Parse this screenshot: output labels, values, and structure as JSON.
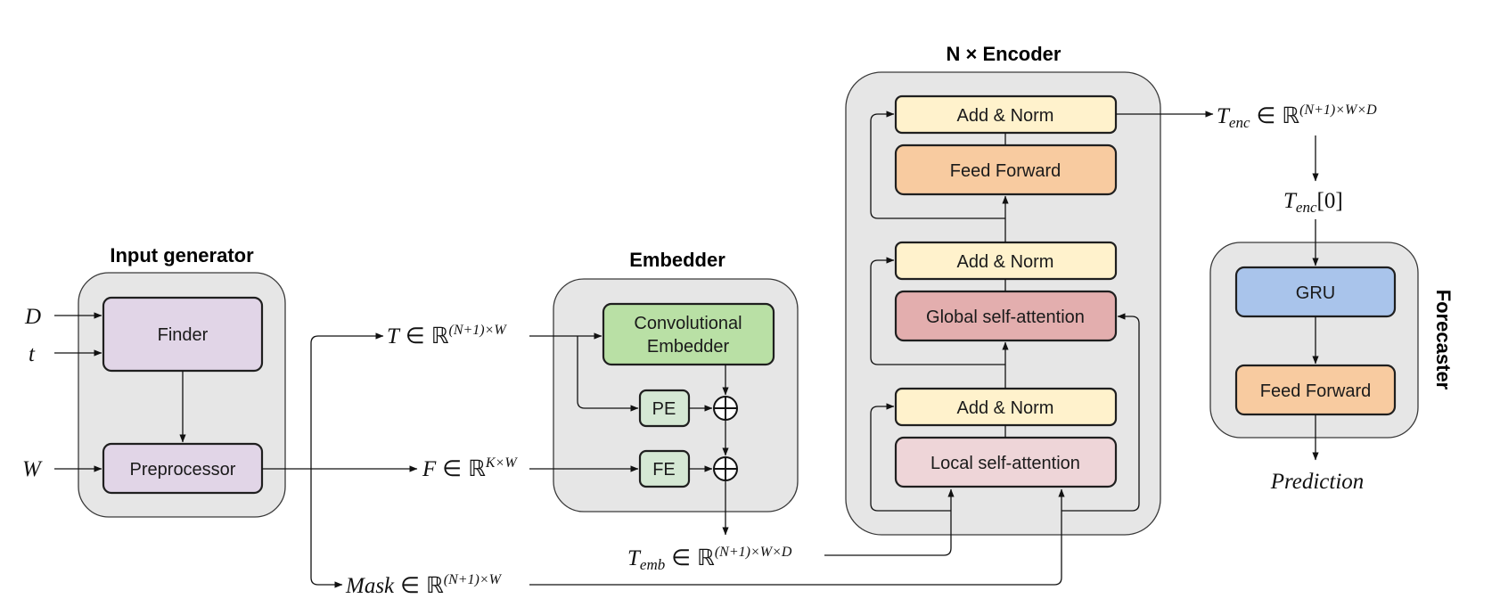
{
  "titles": {
    "input_generator": "Input generator",
    "embedder": "Embedder",
    "encoder": "N × Encoder",
    "forecaster": "Forecaster"
  },
  "blocks": {
    "finder": "Finder",
    "preprocessor": "Preprocessor",
    "conv_embedder_line1": "Convolutional",
    "conv_embedder_line2": "Embedder",
    "pe": "PE",
    "fe": "FE",
    "add_norm_top": "Add & Norm",
    "feed_forward_enc": "Feed Forward",
    "add_norm_mid": "Add & Norm",
    "global_attention": "Global self-attention",
    "add_norm_bottom": "Add & Norm",
    "local_attention": "Local self-attention",
    "gru": "GRU",
    "feed_forward_fc": "Feed Forward"
  },
  "math": {
    "input_d": "D",
    "input_t": "t",
    "input_w": "W",
    "t_var": "T",
    "in_sym": "∈",
    "real": "ℝ",
    "t_exp": "(N+1)×W",
    "f_var": "F",
    "f_exp": "K×W",
    "temb_var": "T",
    "temb_sub": "emb",
    "temb_exp": "(N+1)×W×D",
    "mask_var": "Mask",
    "mask_exp": "(N+1)×W",
    "tenc_var": "T",
    "tenc_sub": "enc",
    "tenc_exp": "(N+1)×W×D",
    "tenc0_var": "T",
    "tenc0_sub": "enc",
    "tenc0_idx": "[0]",
    "prediction": "Prediction"
  },
  "colors": {
    "group_bg": "#e6e6e6",
    "finder": "#e1d5e7",
    "preprocessor": "#e1d5e7",
    "conv_embedder": "#b9e0a5",
    "pe_fe": "#d5e8d4",
    "add_norm": "#fff2cc",
    "feed_forward": "#f8cba0",
    "global_attention": "#e3aeae",
    "local_attention": "#eed5d8",
    "gru": "#a9c4eb"
  }
}
